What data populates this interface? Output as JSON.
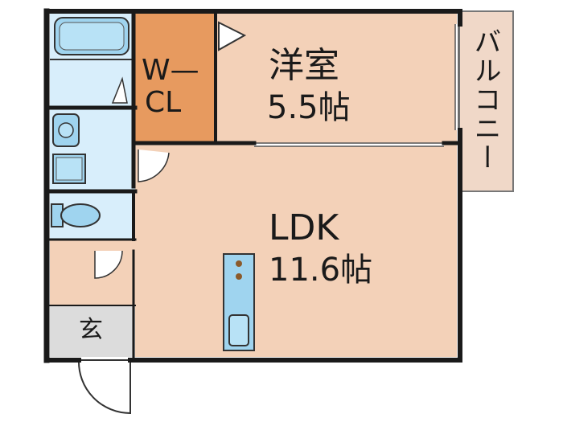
{
  "rooms": {
    "western_room": {
      "name": "洋室",
      "size": "5.5帖"
    },
    "ldk": {
      "name": "LDK",
      "size": "11.6帖"
    },
    "walk_in_closet": {
      "line1": "W—",
      "line2": "CL"
    },
    "genkan": {
      "name": "玄"
    },
    "balcony": {
      "name": "バルコニー"
    }
  },
  "colors": {
    "room_fill": "#f3d1b8",
    "closet_fill": "#e79a5f",
    "wet_area_fill": "#d8eefb",
    "fixture_fill": "#9fd4ef",
    "genkan_fill": "#dcdcdc",
    "balcony_fill": "#f0d8c8",
    "wall": "#1a1a1a"
  }
}
